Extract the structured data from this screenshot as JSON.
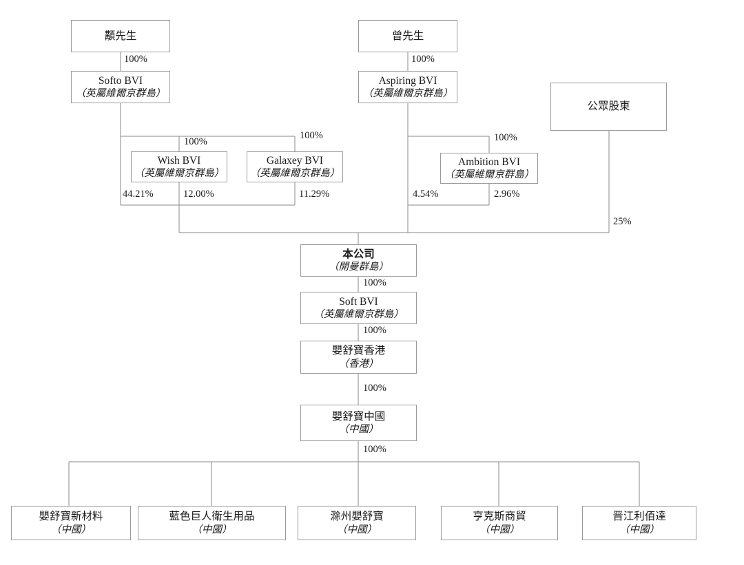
{
  "diagram": {
    "title": "Corporate shareholding structure chart",
    "line_color": "#8a8a8a",
    "box_border_color": "#9a9a9a",
    "background": "#ffffff",
    "nodes": [
      {
        "id": "yan",
        "name": "顜先生",
        "jurisdiction": ""
      },
      {
        "id": "zeng",
        "name": "曾先生",
        "jurisdiction": ""
      },
      {
        "id": "softo",
        "name": "Softo BVI",
        "jurisdiction": "（英屬維爾京群島）"
      },
      {
        "id": "aspiring",
        "name": "Aspiring BVI",
        "jurisdiction": "（英屬維爾京群島）"
      },
      {
        "id": "public",
        "name": "公眾股東",
        "jurisdiction": ""
      },
      {
        "id": "wish",
        "name": "Wish BVI",
        "jurisdiction": "（英屬維爾京群島）"
      },
      {
        "id": "galaxey",
        "name": "Galaxey BVI",
        "jurisdiction": "（英屬維爾京群島）"
      },
      {
        "id": "ambition",
        "name": "Ambition BVI",
        "jurisdiction": "（英屬維爾京群島）"
      },
      {
        "id": "company",
        "name": "本公司",
        "jurisdiction": "（開曼群島）"
      },
      {
        "id": "softbvi",
        "name": "Soft BVI",
        "jurisdiction": "（英屬維爾京群島）"
      },
      {
        "id": "hk",
        "name": "嬰舒寶香港",
        "jurisdiction": "（香港）"
      },
      {
        "id": "cn",
        "name": "嬰舒寶中國",
        "jurisdiction": "（中國）"
      },
      {
        "id": "sub1",
        "name": "嬰舒寶新材料",
        "jurisdiction": "（中國）"
      },
      {
        "id": "sub2",
        "name": "藍色巨人衛生用品",
        "jurisdiction": "（中國）"
      },
      {
        "id": "sub3",
        "name": "滁州嬰舒寶",
        "jurisdiction": "（中國）"
      },
      {
        "id": "sub4",
        "name": "亨克斯商貿",
        "jurisdiction": "（中國）"
      },
      {
        "id": "sub5",
        "name": "晋江利佰達",
        "jurisdiction": "（中國）"
      }
    ],
    "percentages": [
      {
        "id": "p-yan-softo",
        "value": "100%"
      },
      {
        "id": "p-zeng-aspiring",
        "value": "100%"
      },
      {
        "id": "p-softo-wish",
        "value": "100%"
      },
      {
        "id": "p-softo-galaxey",
        "value": "100%"
      },
      {
        "id": "p-aspiring-ambition",
        "value": "100%"
      },
      {
        "id": "p-softo-company",
        "value": "44.21%"
      },
      {
        "id": "p-wish-company",
        "value": "12.00%"
      },
      {
        "id": "p-galaxey-company",
        "value": "11.29%"
      },
      {
        "id": "p-aspiring-company",
        "value": "4.54%"
      },
      {
        "id": "p-ambition-company",
        "value": "2.96%"
      },
      {
        "id": "p-public-company",
        "value": "25%"
      },
      {
        "id": "p-company-softbvi",
        "value": "100%"
      },
      {
        "id": "p-softbvi-hk",
        "value": "100%"
      },
      {
        "id": "p-hk-cn",
        "value": "100%"
      },
      {
        "id": "p-cn-subs",
        "value": "100%"
      }
    ]
  }
}
